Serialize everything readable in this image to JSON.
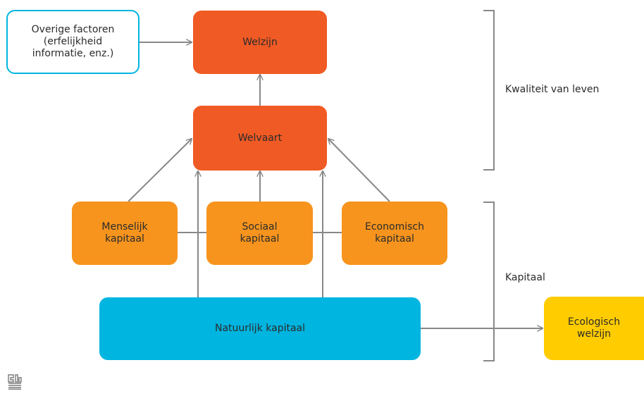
{
  "nodes": {
    "overige_factoren": "Overige factoren\n(erfelijkheid\ninformatie, enz.)",
    "welzijn": "Welzijn",
    "welvaart": "Welvaart",
    "menselijk_kapitaal": "Menselijk\nkapitaal",
    "sociaal_kapitaal": "Sociaal\nkapitaal",
    "economisch_kapitaal": "Economisch\nkapitaal",
    "natuurlijk_kapitaal": "Natuurlijk kapitaal",
    "ecologisch_welzijn": "Ecologisch\nwelzijn"
  },
  "groups": {
    "kwaliteit_van_leven": "Kwaliteit van leven",
    "kapitaal": "Kapitaal"
  },
  "logo": {
    "icon": "cbs-logo-icon"
  },
  "colors": {
    "welzijn": "#f05a24",
    "kapitaal": "#f7941d",
    "natuurlijk": "#00b5e0",
    "ecologisch": "#ffcc00",
    "lines": "#888888"
  }
}
